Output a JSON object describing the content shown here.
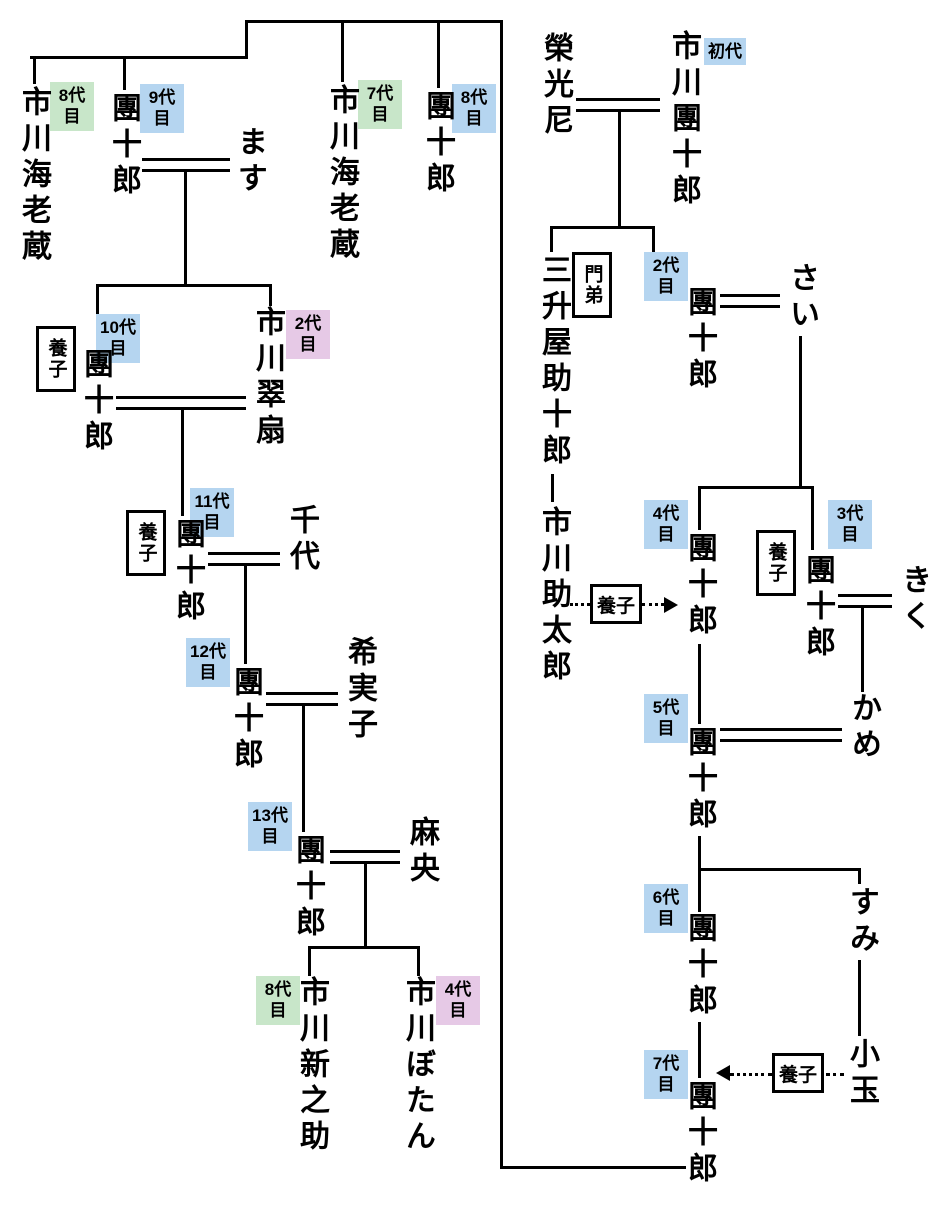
{
  "colors": {
    "badge_blue": "#b5d5f0",
    "badge_green": "#c8e6c9",
    "badge_pink": "#e6c9e6",
    "line": "#000000",
    "background": "#ffffff"
  },
  "people": {
    "eikoni": {
      "name": "榮光尼"
    },
    "danjuro1": {
      "name": "市川團十郎",
      "badge": {
        "text": "初代",
        "color": "#b5d5f0"
      }
    },
    "masumoya": {
      "name": "三升屋助十郎",
      "relation_label": "門弟"
    },
    "sukedayu": {
      "name": "市川助太郎"
    },
    "danjuro2": {
      "name": "團十郎",
      "badge": {
        "text": "2代目",
        "color": "#b5d5f0"
      }
    },
    "sai": {
      "name": "さい"
    },
    "danjuro4": {
      "name": "團十郎",
      "badge": {
        "text": "4代目",
        "color": "#b5d5f0"
      },
      "adoption_label": "養子"
    },
    "danjuro3": {
      "name": "團十郎",
      "badge": {
        "text": "3代目",
        "color": "#b5d5f0"
      },
      "adoption_label": "養子"
    },
    "kiku": {
      "name": "きく"
    },
    "kame": {
      "name": "かめ"
    },
    "danjuro5": {
      "name": "團十郎",
      "badge": {
        "text": "5代目",
        "color": "#b5d5f0"
      }
    },
    "danjuro6": {
      "name": "團十郎",
      "badge": {
        "text": "6代目",
        "color": "#b5d5f0"
      }
    },
    "sumi": {
      "name": "すみ"
    },
    "kodama": {
      "name": "小玉"
    },
    "danjuro7": {
      "name": "團十郎",
      "badge": {
        "text": "7代目",
        "color": "#b5d5f0"
      },
      "adoption_label": "養子"
    },
    "ebizo_a": {
      "name": "市川海老蔵",
      "badge": {
        "text": "8代目",
        "color": "#c8e6c9"
      }
    },
    "danjuro9": {
      "name": "團十郎",
      "badge": {
        "text": "9代目",
        "color": "#b5d5f0"
      }
    },
    "masu": {
      "name": "ます"
    },
    "ebizo_b": {
      "name": "市川海老蔵",
      "badge": {
        "text": "7代目",
        "color": "#c8e6c9"
      }
    },
    "danjuro8": {
      "name": "團十郎",
      "badge": {
        "text": "8代目",
        "color": "#b5d5f0"
      }
    },
    "danjuro10": {
      "name": "團十郎",
      "badge": {
        "text": "10代目",
        "color": "#b5d5f0"
      },
      "adoption_label": "養子"
    },
    "suisen": {
      "name": "市川翠扇",
      "badge": {
        "text": "2代目",
        "color": "#e6c9e6"
      }
    },
    "danjuro11": {
      "name": "團十郎",
      "badge": {
        "text": "11代目",
        "color": "#b5d5f0"
      },
      "adoption_label": "養子"
    },
    "chiyo": {
      "name": "千代"
    },
    "danjuro12": {
      "name": "團十郎",
      "badge": {
        "text": "12代目",
        "color": "#b5d5f0"
      }
    },
    "kimiko": {
      "name": "希実子"
    },
    "danjuro13": {
      "name": "團十郎",
      "badge": {
        "text": "13代目",
        "color": "#b5d5f0"
      }
    },
    "mao": {
      "name": "麻央"
    },
    "shinnosuke": {
      "name": "市川新之助",
      "badge": {
        "text": "8代目",
        "color": "#c8e6c9"
      }
    },
    "botan": {
      "name": "市川ぼたん",
      "badge": {
        "text": "4代目",
        "color": "#e6c9e6"
      }
    }
  }
}
